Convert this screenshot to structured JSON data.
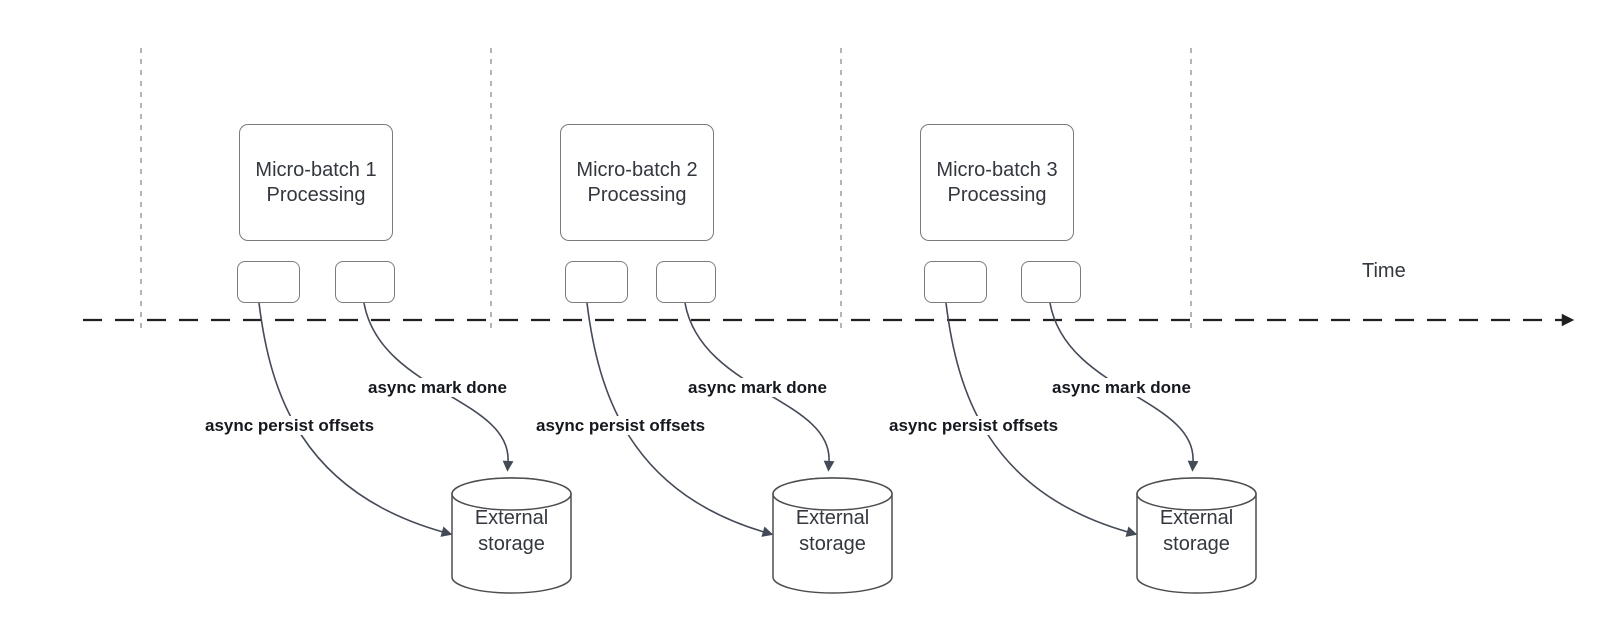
{
  "diagram": {
    "time_axis_label": "Time",
    "groups": [
      {
        "box": {
          "line1": "Micro-batch 1",
          "line2": "Processing"
        },
        "persist_arrow_label": "async persist offsets",
        "done_arrow_label": "async mark done",
        "storage": {
          "line1": "External",
          "line2": "storage"
        }
      },
      {
        "box": {
          "line1": "Micro-batch 2",
          "line2": "Processing"
        },
        "persist_arrow_label": "async persist offsets",
        "done_arrow_label": "async mark done",
        "storage": {
          "line1": "External",
          "line2": "storage"
        }
      },
      {
        "box": {
          "line1": "Micro-batch 3",
          "line2": "Processing"
        },
        "persist_arrow_label": "async persist offsets",
        "done_arrow_label": "async mark done",
        "storage": {
          "line1": "External",
          "line2": "storage"
        }
      }
    ]
  },
  "colors": {
    "background": "#ffffff",
    "guide-line": "#a2a2a6",
    "timeline": "#202020",
    "arrow": "#444b57",
    "box-border": "#7b7b7e",
    "cylinder-border": "#4e4e52",
    "shape-text": "#33373e",
    "arrow-label-text": "#15181e"
  }
}
